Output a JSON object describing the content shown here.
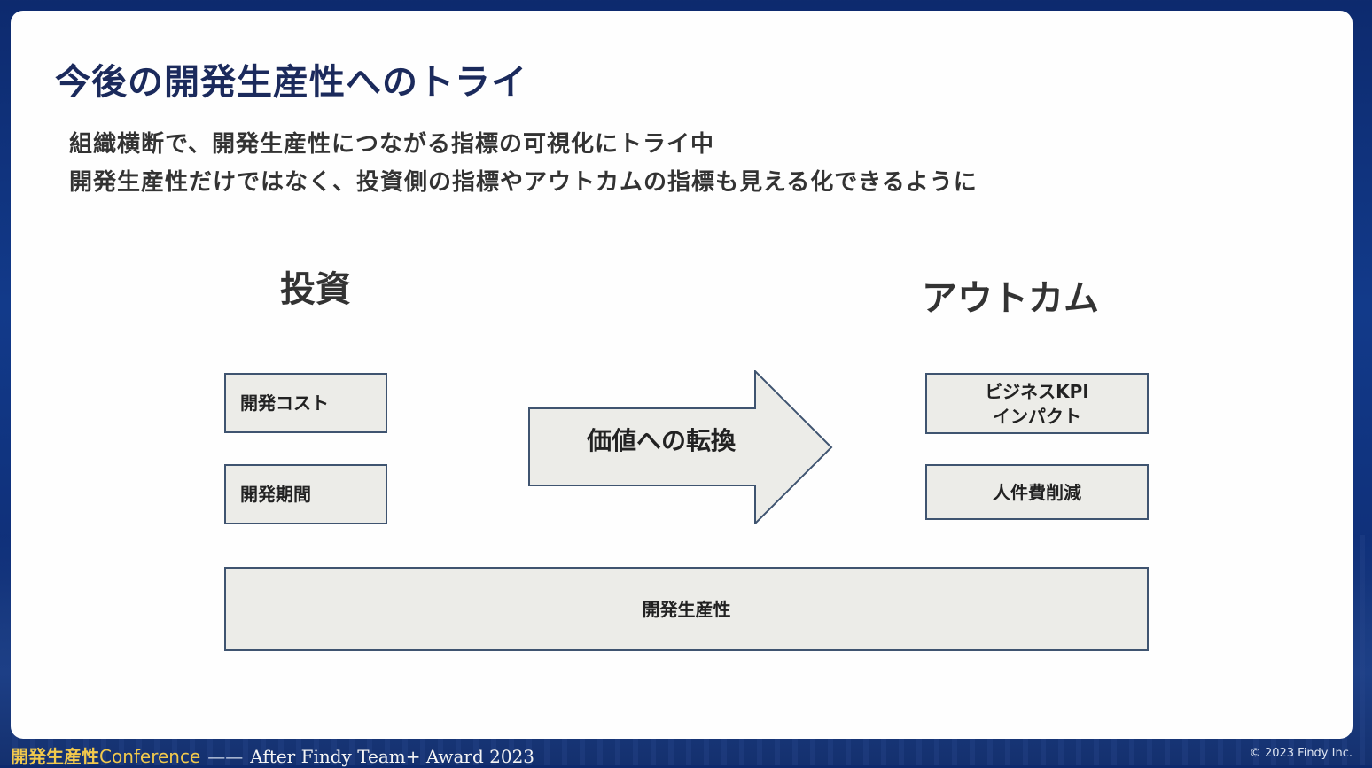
{
  "slide": {
    "title": "今後の開発生産性へのトライ",
    "subtitle_line1": "組織横断で、開発生産性につながる指標の可視化にトライ中",
    "subtitle_line2": "開発生産性だけではなく、投資側の指標やアウトカムの指標も見える化できるように"
  },
  "diagram": {
    "investment_heading": "投資",
    "outcome_heading": "アウトカム",
    "investment_items": [
      "開発コスト",
      "開発期間"
    ],
    "transform_label": "価値への転換",
    "outcome_items": [
      "ビジネスKPI\nインパクト",
      "人件費削減"
    ],
    "foundation_label": "開発生産性"
  },
  "footer": {
    "brand": "開発生産性",
    "conference": "Conference",
    "event": "After Findy Team+ Award 2023",
    "copyright": "© 2023 Findy Inc."
  },
  "colors": {
    "background": "#123a8a",
    "title": "#1b2a5c",
    "box_fill": "#ecece8",
    "box_border": "#3f5470",
    "brand_accent": "#f2c94c"
  }
}
